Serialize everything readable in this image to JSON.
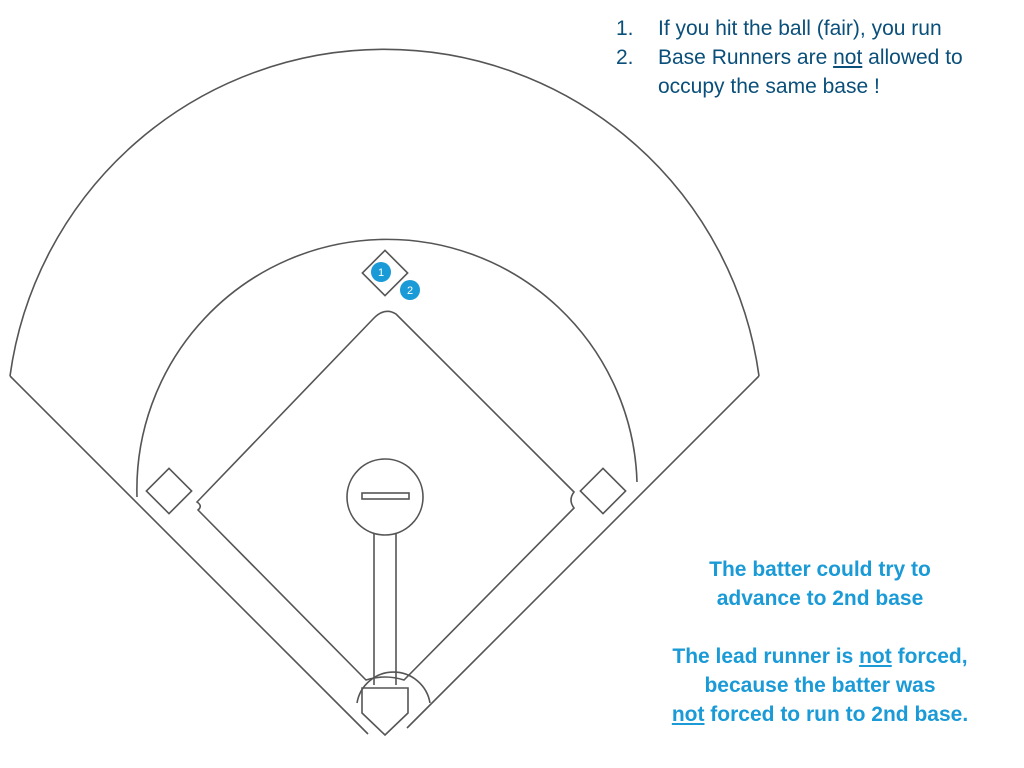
{
  "rules": [
    {
      "number": "1.",
      "text_before": "If you hit the ball (fair), you run",
      "underlined": "",
      "text_after": ""
    },
    {
      "number": "2.",
      "text_before": "Base Runners are ",
      "underlined": "not",
      "text_after": " allowed to occupy the same base !"
    }
  ],
  "runners": [
    {
      "label": "1"
    },
    {
      "label": "2"
    }
  ],
  "note": {
    "line1": "The batter could try to",
    "line2": "advance to 2nd base",
    "line3_before": "The lead runner is ",
    "line3_underlined": "not",
    "line3_after": " forced,",
    "line4": "because the batter was",
    "line5_underlined": "not",
    "line5_after": " forced to run to 2nd base."
  },
  "colors": {
    "lines": "#555555",
    "runner_fill": "#1a9ad6",
    "rules_text": "#0a4f7a",
    "note_text": "#1a9ad6"
  }
}
